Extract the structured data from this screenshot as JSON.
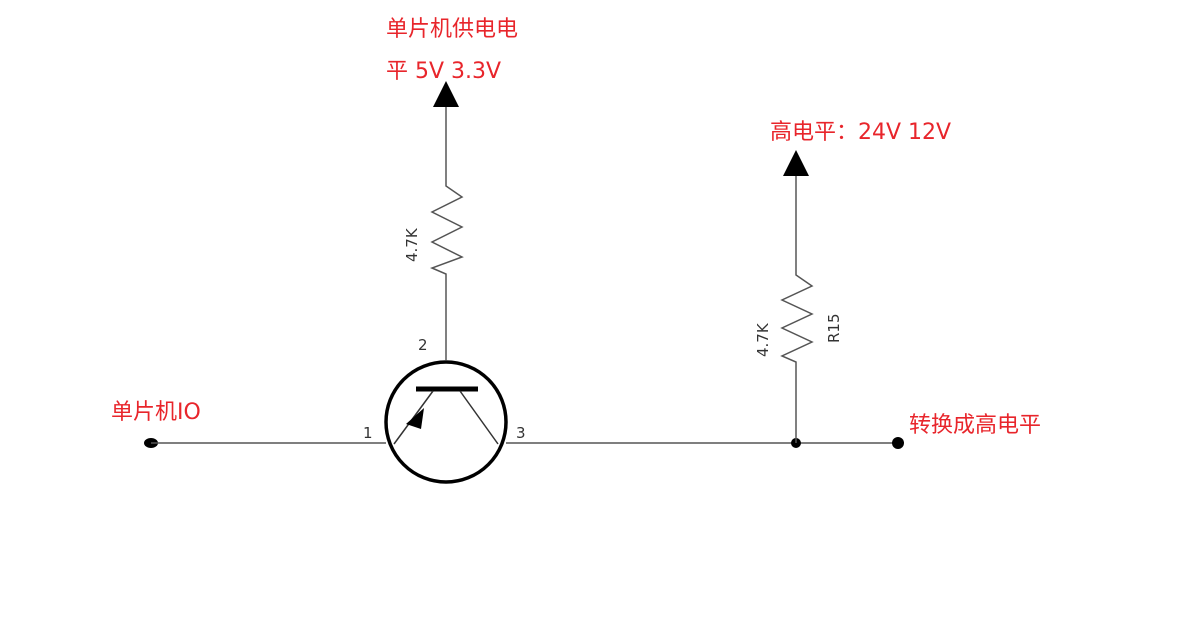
{
  "labels": {
    "mcu_supply_line1": "单片机供电电",
    "mcu_supply_line2": "平 5V 3.3V",
    "high_level": "高电平：24V 12V",
    "mcu_io": "单片机IO",
    "output": "转换成高电平"
  },
  "components": {
    "r_pullup_value": "4.7K",
    "r15_value": "4.7K",
    "r15_ref": "R15",
    "pin1": "1",
    "pin2": "2",
    "pin3": "3"
  },
  "colors": {
    "annotation": "#e8252b",
    "wire": "#555555",
    "symbol": "#000000"
  }
}
